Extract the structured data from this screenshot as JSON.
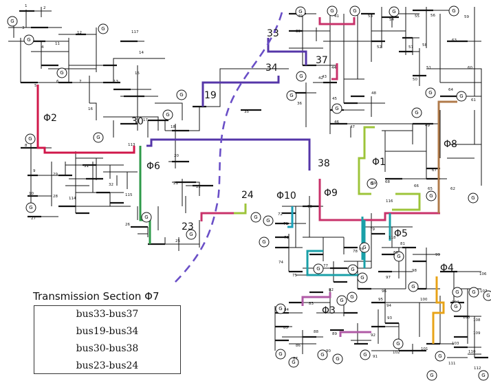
{
  "diagram": {
    "section_title": "Transmission Section Φ7",
    "section_rows": [
      "bus33-bus37",
      "bus19-bus34",
      "bus30-bus38",
      "bus23-bus24"
    ],
    "generator_symbol": "G",
    "phi_labels": {
      "phi1": "Φ1",
      "phi2": "Φ2",
      "phi3": "Φ3",
      "phi4": "Φ4",
      "phi5": "Φ5",
      "phi6": "Φ6",
      "phi8": "Φ8",
      "phi9": "Φ9",
      "phi10": "Φ10"
    },
    "key_bus_labels": {
      "b33": "33",
      "b37": "37",
      "b34": "34",
      "b19": "19",
      "b30": "30",
      "b38": "38",
      "b24": "24",
      "b23": "23"
    },
    "small_bus_labels": [
      "1",
      "2",
      "3",
      "4",
      "5",
      "6",
      "7",
      "8",
      "9",
      "10",
      "11",
      "12",
      "13",
      "14",
      "15",
      "16",
      "17",
      "18",
      "20",
      "21",
      "22",
      "25",
      "26",
      "27",
      "28",
      "29",
      "31",
      "32",
      "35",
      "36",
      "39",
      "40",
      "41",
      "42",
      "43",
      "44",
      "45",
      "46",
      "47",
      "48",
      "49",
      "50",
      "51",
      "52",
      "53",
      "54",
      "55",
      "56",
      "57",
      "58",
      "59",
      "60",
      "61",
      "62",
      "63",
      "64",
      "65",
      "66",
      "67",
      "68",
      "69",
      "70",
      "71",
      "72",
      "73",
      "74",
      "75",
      "76",
      "77",
      "78",
      "79",
      "80",
      "81",
      "82",
      "83",
      "84",
      "85",
      "86",
      "87",
      "88",
      "89",
      "90",
      "91",
      "92",
      "93",
      "94",
      "95",
      "96",
      "97",
      "98",
      "99",
      "100",
      "101",
      "102",
      "103",
      "104",
      "105",
      "106",
      "107",
      "108",
      "109",
      "110",
      "111",
      "112",
      "113",
      "114",
      "115",
      "116",
      "117",
      "118"
    ],
    "colors": {
      "phi1": "#9dc43a",
      "phi2": "#d0174a",
      "phi3": "#b05aa6",
      "phi4": "#e8a317",
      "phi5": "#1aa0a8",
      "phi6": "#2e9a48",
      "phi7": "#5536a8",
      "phi8": "#b07a4a",
      "phi9": "#c8326a",
      "phi10": "#1aa0b8",
      "section": "#6a4fc7"
    }
  }
}
